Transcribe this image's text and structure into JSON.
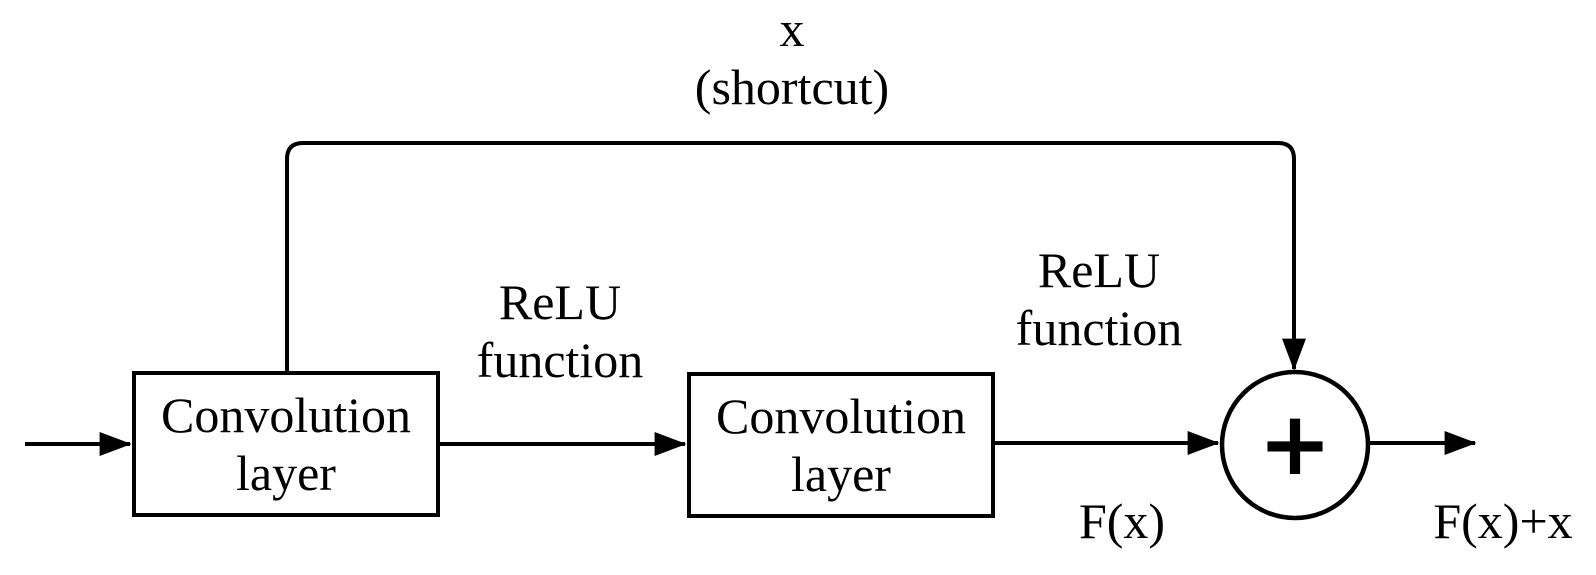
{
  "canvas": {
    "background": "#ffffff",
    "stroke_color": "#000000",
    "text_color": "#000000"
  },
  "shortcut_label": {
    "line1": "x",
    "line2": "(shortcut)"
  },
  "boxes": {
    "conv1": {
      "line1": "Convolution",
      "line2": "layer"
    },
    "conv2": {
      "line1": "Convolution",
      "line2": "layer"
    }
  },
  "activation_labels": {
    "relu1": {
      "line1": "ReLU",
      "line2": "function"
    },
    "relu2": {
      "line1": "ReLU",
      "line2": "function"
    }
  },
  "adder": {
    "symbol": "+"
  },
  "signal_labels": {
    "fx": "F(x)",
    "output": "F(x)+x"
  },
  "icons": {
    "arrowhead": "solid-triangle",
    "adder_node": "circle-plus"
  }
}
